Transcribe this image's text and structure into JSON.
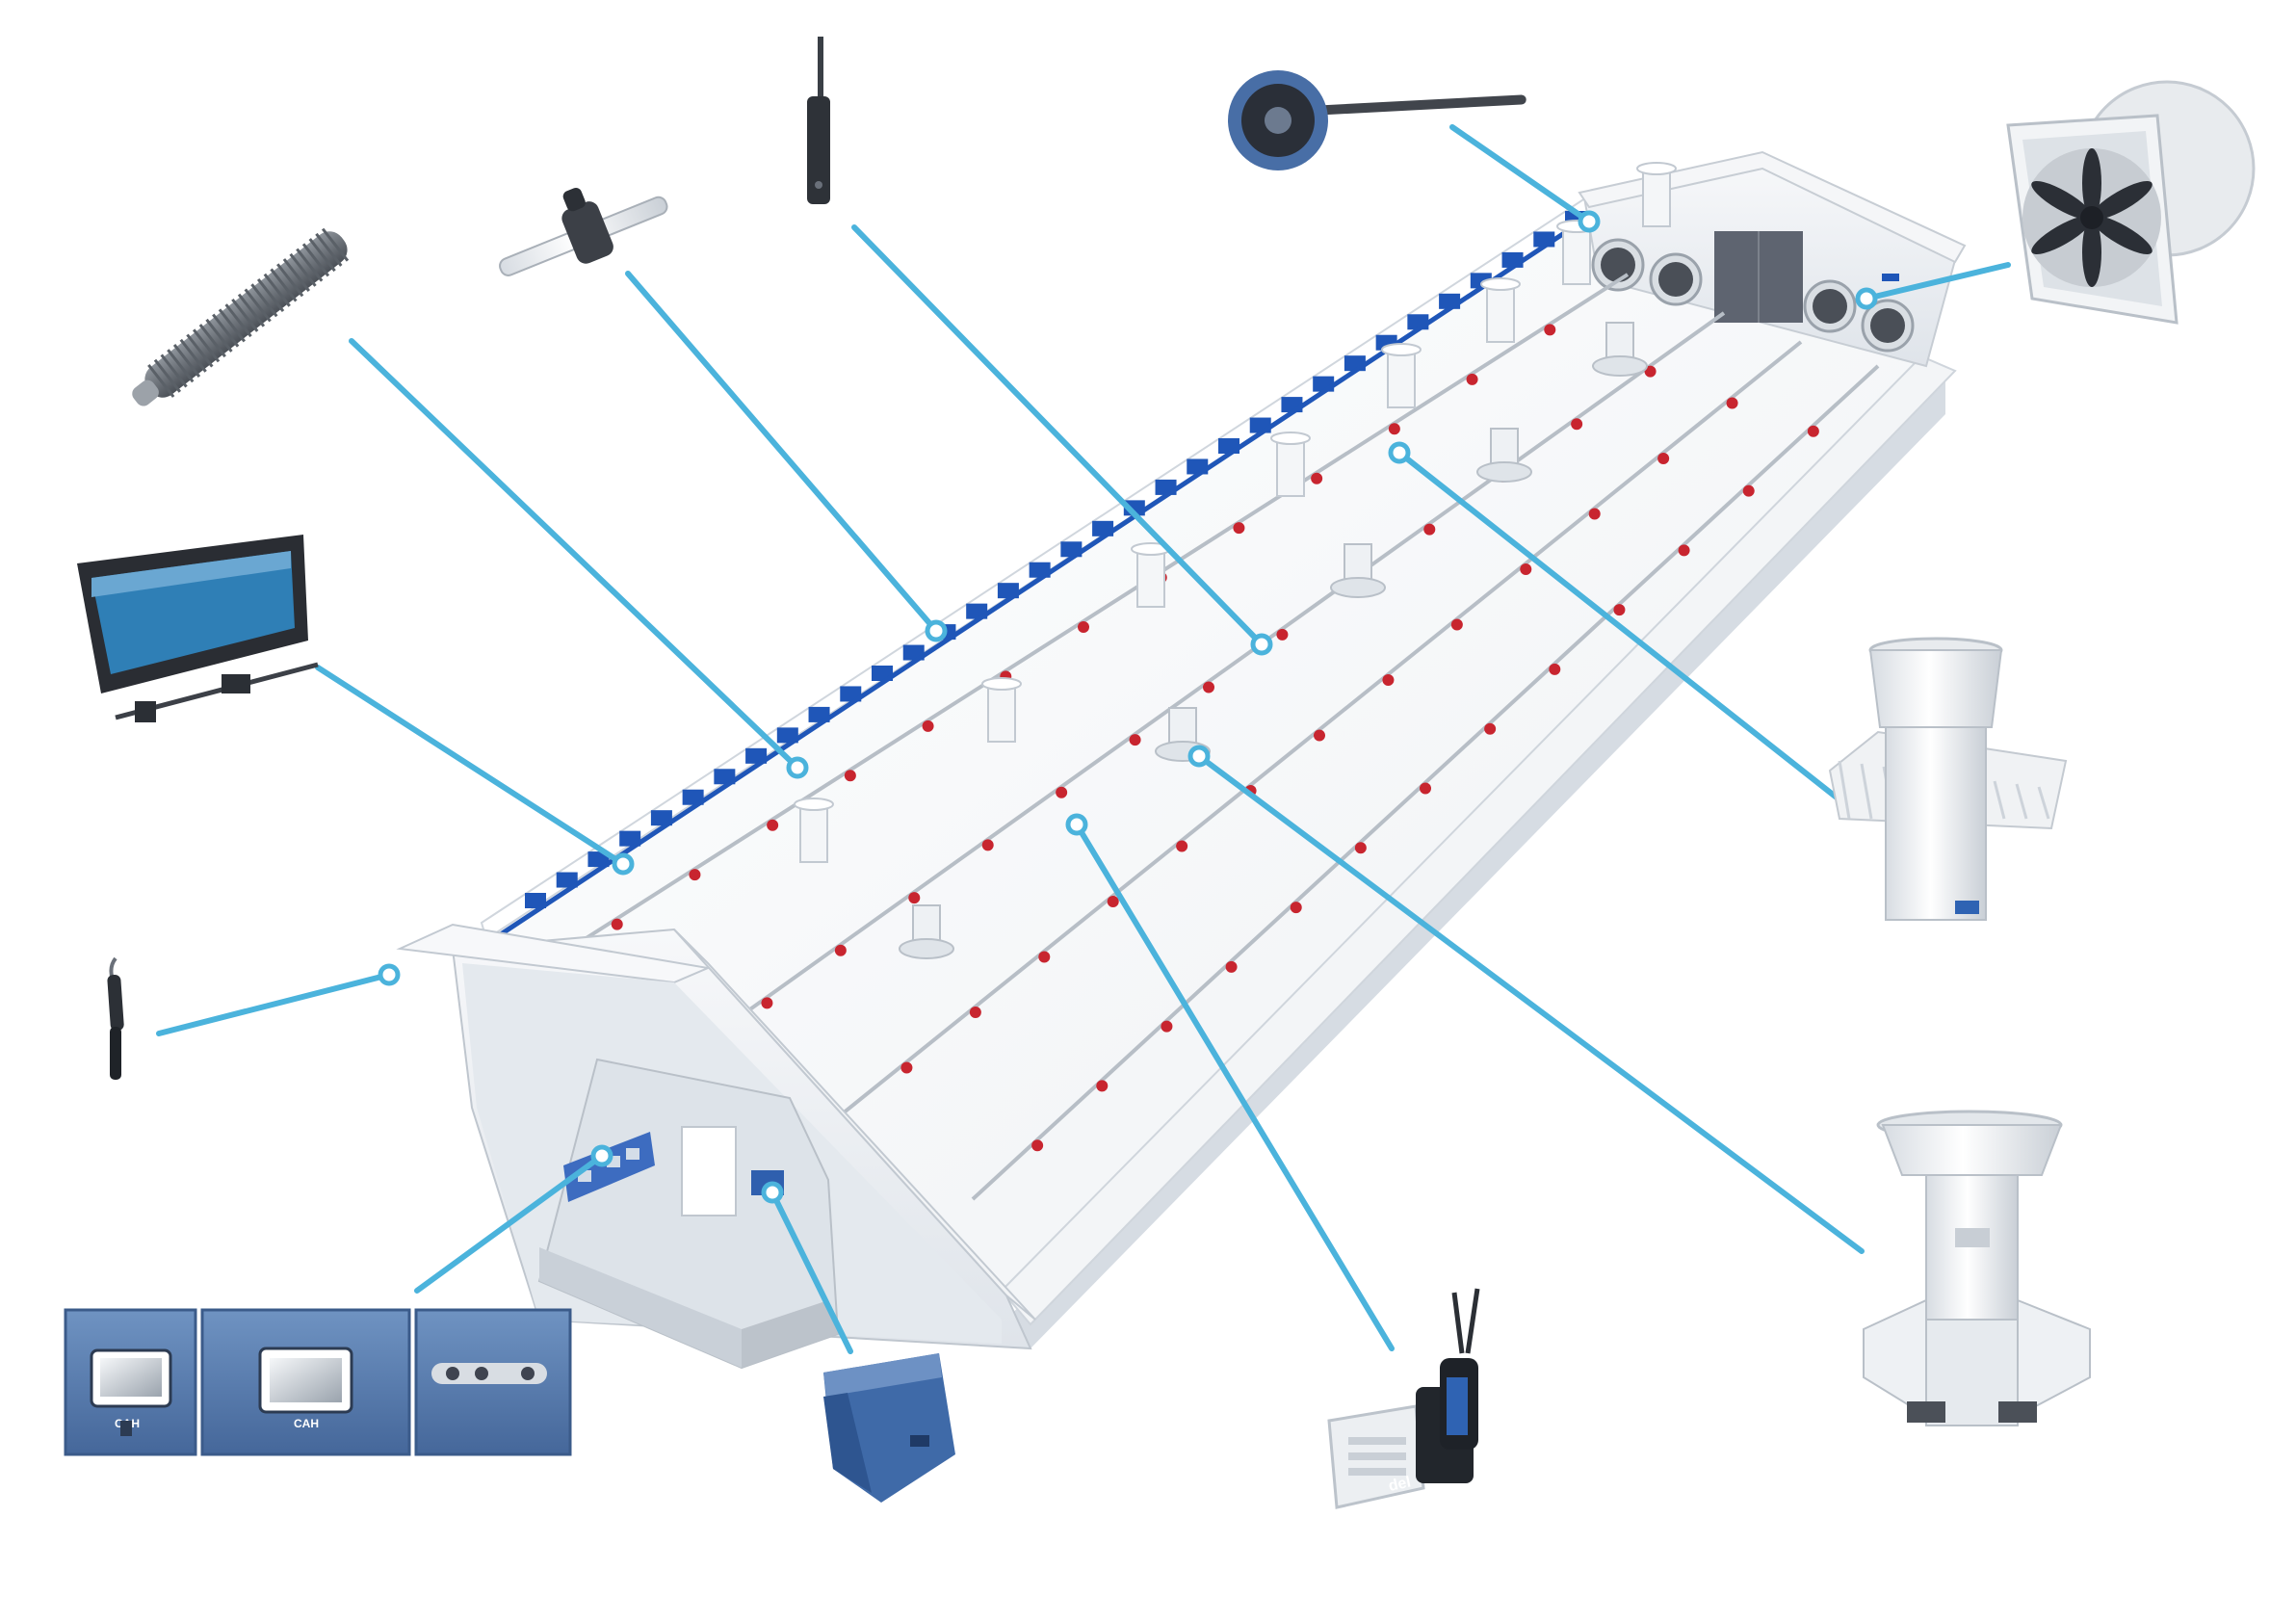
{
  "diagram": {
    "title": "",
    "colors": {
      "callout": "#4bb3dc",
      "house_wall": "#eef1f4",
      "house_shadow": "#c9d0d8",
      "inlet_blue": "#1f56b8",
      "controller_blue": "#5a7fae",
      "drinker_red": "#c8252f",
      "fan_frame": "#e9ecef",
      "fan_blade": "#2b2f36"
    },
    "house": {
      "name": "poultry-house",
      "components": {
        "ridge_inlets": "side-wall-air-inlets",
        "drinker_lines": "drinker-lines",
        "feeder_pans": "feeder-pans",
        "roof_chimneys": "roof-exhaust-chimneys",
        "end_fans": "tunnel-fans",
        "service_room": "service-room"
      }
    },
    "peripherals": [
      {
        "name": "heater-pipe",
        "icon": "finned-heating-pipe-icon"
      },
      {
        "name": "wall-inlet",
        "icon": "wall-air-inlet-icon"
      },
      {
        "name": "humidity-sensor",
        "icon": "handheld-sensor-icon"
      },
      {
        "name": "controller-cabinet",
        "icon": "control-panel-icon",
        "screen_labels": [
          "CAH",
          "CAH"
        ]
      },
      {
        "name": "weighing-scale-sensor",
        "icon": "antenna-sensor-icon"
      },
      {
        "name": "pipe-clamp",
        "icon": "pipe-clamp-icon"
      },
      {
        "name": "static-pressure-sensor",
        "icon": "pressure-probe-icon"
      },
      {
        "name": "exhaust-fan",
        "icon": "box-fan-icon"
      },
      {
        "name": "roof-chimney",
        "icon": "roof-chimney-icon"
      },
      {
        "name": "ceiling-inlet",
        "icon": "ceiling-inlet-icon"
      },
      {
        "name": "climate-sensor-unit",
        "icon": "climate-sensor-icon",
        "brand_label": "del"
      },
      {
        "name": "cooling-pad-hood",
        "icon": "cooling-hood-icon"
      }
    ]
  }
}
